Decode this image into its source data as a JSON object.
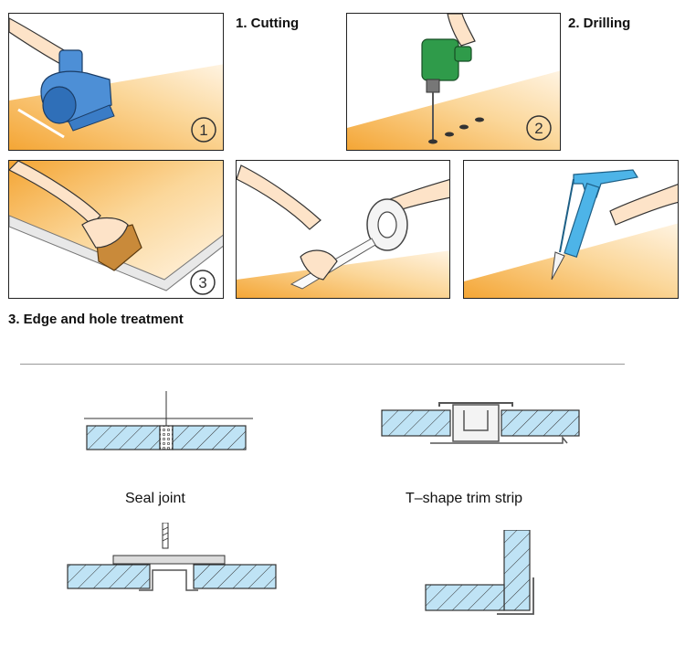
{
  "steps": {
    "cutting": {
      "caption": "1. Cutting",
      "number": "1",
      "tool": "circular-saw"
    },
    "drilling": {
      "caption": "2. Drilling",
      "number": "2",
      "tool": "power-drill"
    },
    "edge_treatment": {
      "caption": "3. Edge and hole treatment",
      "number": "3",
      "tools": [
        "sanding-block",
        "tape-roll",
        "caulking-gun"
      ]
    }
  },
  "joints": {
    "seal": {
      "label": "Seal joint"
    },
    "t_shape": {
      "label": "T–shape trim strip"
    }
  },
  "colors": {
    "board_orange": "#f6b04a",
    "board_light": "#fde9c6",
    "skin": "#fde3c8",
    "tool_blue": "#4d8fd6",
    "drill_green": "#2f9b4a",
    "section_fill": "#bfe3f5",
    "outline": "#222222"
  }
}
